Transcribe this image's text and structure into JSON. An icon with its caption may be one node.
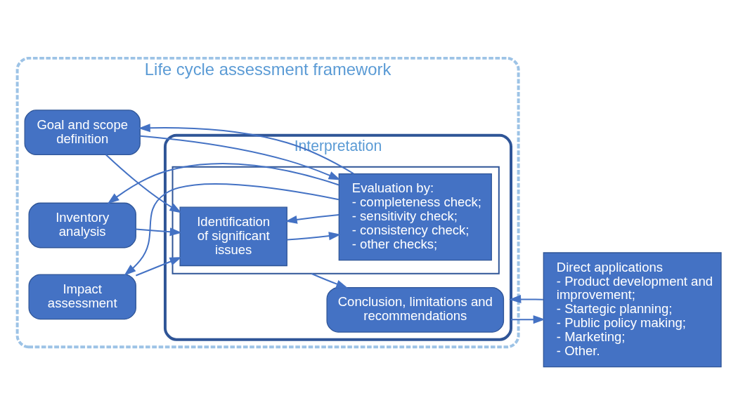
{
  "diagram": {
    "nodes": [
      {
        "text": [
          "Life cycle assessment framework"
        ]
      },
      {
        "text": [
          "Goal and scope definition"
        ],
        "in": 0
      },
      {
        "text": [
          "Inventory analysis"
        ],
        "in": 0
      },
      {
        "text": [
          "Impact assessment"
        ],
        "in": 0
      },
      {
        "text": [
          "Interpretation"
        ],
        "in": 0
      },
      {
        "text": [],
        "shape": "box",
        "in": 4
      },
      {
        "text": [
          "Identification of significant issues"
        ],
        "in": 5
      },
      {
        "text": [
          "Evaluation by:",
          "- completeness check;",
          "- sensitivity check;",
          "- consistency check;",
          "- other checks;"
        ],
        "in": 5
      },
      {
        "text": [
          "Conclusion, limitations and recommendations"
        ],
        "in": 4
      },
      {
        "text": [
          "Direct applications",
          "- Product development and improvement;",
          "- Startegic planning;",
          "- Public policy making;",
          "- Marketing;",
          "- Other."
        ]
      }
    ],
    "edges": [
      {
        "from": 1,
        "to": 7,
        "arrow": "to"
      },
      {
        "from": 1,
        "to": 6,
        "arrow": "to"
      },
      {
        "from": 2,
        "to": 6,
        "arrow": "to"
      },
      {
        "from": 3,
        "to": 6,
        "arrow": "to"
      },
      {
        "from": 6,
        "to": 7,
        "arrow": "to"
      },
      {
        "from": 7,
        "to": 6,
        "arrow": "to"
      },
      {
        "from": 5,
        "to": 8,
        "arrow": "to"
      },
      {
        "from": 7,
        "to": 1,
        "arrow": "to"
      },
      {
        "from": 7,
        "to": 2,
        "arrow": "to"
      },
      {
        "from": 7,
        "to": 3,
        "arrow": "to"
      },
      {
        "from": 4,
        "to": 9,
        "arrow": "to"
      },
      {
        "from": 9,
        "to": 4,
        "arrow": "to"
      }
    ]
  }
}
